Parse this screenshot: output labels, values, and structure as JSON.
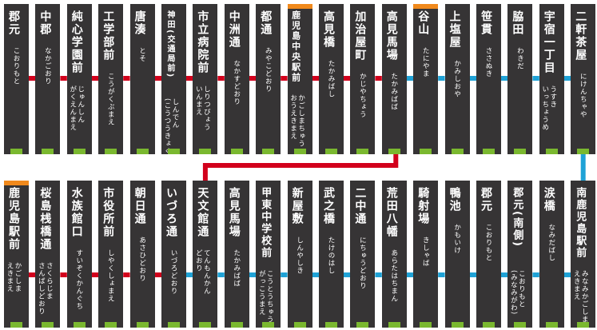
{
  "colors": {
    "panel": "#363435",
    "red_line": "#d2001c",
    "blue_line": "#1fa2d6",
    "marker_orange": "#f0891c",
    "marker_green": "#7ab82f"
  },
  "top_row": [
    {
      "name": "郡元",
      "reading": "こおりもと",
      "orange": false,
      "left": "red"
    },
    {
      "name": "中郡",
      "reading": "なかごおり",
      "orange": false,
      "left": "red"
    },
    {
      "name": "純心学園前",
      "reading": "じゅんしん\nがくえんまえ",
      "orange": false,
      "left": "red"
    },
    {
      "name": "工学部前",
      "reading": "こうがくぶまえ",
      "orange": false,
      "left": "red"
    },
    {
      "name": "唐湊",
      "reading": "とそ",
      "orange": false,
      "left": "red"
    },
    {
      "name": "神田(交通局前)",
      "reading": "しんでん\n(こうつうきょくまえ)",
      "orange": false,
      "left": "red"
    },
    {
      "name": "市立病院前",
      "reading": "しりつびょう\nいんまえ",
      "orange": false,
      "left": "red"
    },
    {
      "name": "中洲通",
      "reading": "なかすどおり",
      "orange": false,
      "left": "red"
    },
    {
      "name": "都通",
      "reading": "みやこどおり",
      "orange": false,
      "left": "red"
    },
    {
      "name": "鹿児島中央駅前",
      "reading": "かごしまちゅう\nおうえきまえ",
      "orange": true,
      "left": "red"
    },
    {
      "name": "高見橋",
      "reading": "たかみばし",
      "orange": false,
      "left": "red"
    },
    {
      "name": "加治屋町",
      "reading": "かじやちょう",
      "orange": false,
      "left": "red"
    },
    {
      "name": "高見馬場",
      "reading": "たかみばば",
      "orange": false,
      "left": "red"
    },
    {
      "name": "谷山",
      "reading": "たにやま",
      "orange": true,
      "left": "blue"
    },
    {
      "name": "上塩屋",
      "reading": "かみしおや",
      "orange": false,
      "left": "blue"
    },
    {
      "name": "笹貫",
      "reading": "ささぬき",
      "orange": false,
      "left": "blue"
    },
    {
      "name": "脇田",
      "reading": "わきだ",
      "orange": false,
      "left": "blue"
    },
    {
      "name": "宇宿一丁目",
      "reading": "うすき\nいっちょうめ",
      "orange": false,
      "left": "blue"
    },
    {
      "name": "二軒茶屋",
      "reading": "にけんちゃや",
      "orange": false,
      "left": "blue"
    }
  ],
  "bottom_row": [
    {
      "name": "鹿児島駅前",
      "reading": "かごしま\nえきまえ",
      "orange": true,
      "left": "red"
    },
    {
      "name": "桜島桟橋通",
      "reading": "さくらじま\nさんばしどおり",
      "orange": false,
      "left": "red"
    },
    {
      "name": "水族館口",
      "reading": "すいぞくかんぐち",
      "orange": false,
      "left": "red"
    },
    {
      "name": "市役所前",
      "reading": "しやくしょまえ",
      "orange": false,
      "left": "red"
    },
    {
      "name": "朝日通",
      "reading": "あさひどおり",
      "orange": false,
      "left": "red"
    },
    {
      "name": "いづろ通",
      "reading": "いづろどおり",
      "orange": false,
      "left": "red"
    },
    {
      "name": "天文館通",
      "reading": "てんもんかん\nどおり",
      "orange": false,
      "left": "blue"
    },
    {
      "name": "高見馬場",
      "reading": "たかみばば",
      "orange": false,
      "left": "blue"
    },
    {
      "name": "甲東中学校前",
      "reading": "こうとうちゅう\nがっこうまえ",
      "orange": false,
      "left": "blue"
    },
    {
      "name": "新屋敷",
      "reading": "しんやしき",
      "orange": false,
      "left": "blue"
    },
    {
      "name": "武之橋",
      "reading": "たけのはし",
      "orange": false,
      "left": "blue"
    },
    {
      "name": "二中通",
      "reading": "にちゅうどおり",
      "orange": false,
      "left": "blue"
    },
    {
      "name": "荒田八幡",
      "reading": "あらたはちまん",
      "orange": false,
      "left": "blue"
    },
    {
      "name": "騎射場",
      "reading": "きしゃば",
      "orange": false,
      "left": "blue"
    },
    {
      "name": "鴨池",
      "reading": "かもいけ",
      "orange": false,
      "left": "blue"
    },
    {
      "name": "郡元",
      "reading": "こおりもと",
      "orange": false,
      "left": "blue"
    },
    {
      "name": "郡元(南側)",
      "reading": "こおりもと\n(みなみがわ)",
      "orange": false,
      "left": "blue"
    },
    {
      "name": "涙橋",
      "reading": "なみだばし",
      "orange": false,
      "left": "blue"
    },
    {
      "name": "南鹿児島駅前",
      "reading": "みなみかごしま\nえきまえ",
      "orange": false,
      "left": "blue"
    }
  ]
}
